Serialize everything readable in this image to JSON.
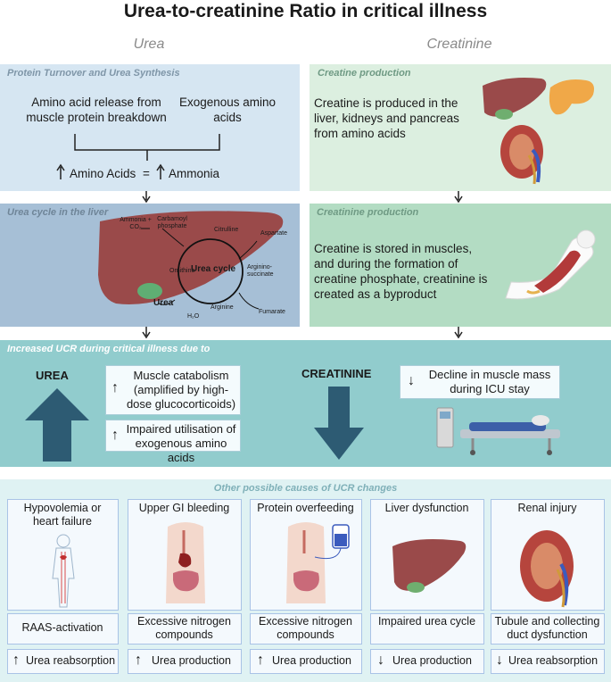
{
  "title": "Urea-to-creatinine Ratio in critical illness",
  "columns": {
    "left": "Urea",
    "right": "Creatinine"
  },
  "protein_panel": {
    "header": "Protein Turnover and Urea Synthesis",
    "source_left": "Amino acid release from muscle protein breakdown",
    "source_right": "Exogenous amino acids",
    "eq_left": "Amino Acids",
    "eq_sign": "=",
    "eq_right": "Ammonia"
  },
  "creatine_panel": {
    "header": "Creatine production",
    "text": "Creatine is produced in the liver, kidneys and pancreas from amino acids"
  },
  "urea_cycle_panel": {
    "header": "Urea cycle in the liver",
    "cycle_label": "Urea cycle",
    "ammonia": "Ammonia + CO₂",
    "carbamoyl": "Carbamoyl phosphate",
    "citrulline": "Citrulline",
    "aspartate": "Aspartate",
    "argininosuccinate": "Arginino-succinate",
    "fumarate": "Fumarate",
    "arginine": "Arginine",
    "ornithine": "Ornithine",
    "h2o": "H₂O",
    "urea": "Urea"
  },
  "creatinine_panel": {
    "header": "Creatinine production",
    "text": "Creatine is stored in muscles, and during the formation of creatine phosphate, creatinine is created as a byproduct"
  },
  "ucr_panel": {
    "header": "Increased UCR during critical illness due to",
    "urea_label": "UREA",
    "creatinine_label": "CREATININE",
    "box1": "Muscle catabolism (amplified by high-dose glucocorticoids)",
    "box2": "Impaired utilisation of exogenous amino acids",
    "box3": "Decline in muscle mass during ICU stay"
  },
  "causes_panel": {
    "header": "Other possible causes of UCR changes",
    "causes": [
      {
        "title": "Hypovolemia or heart failure",
        "mechanism": "RAAS-activation",
        "effect": "Urea reabsorption",
        "direction": "up"
      },
      {
        "title": "Upper GI bleeding",
        "mechanism": "Excessive nitrogen compounds",
        "effect": "Urea production",
        "direction": "up"
      },
      {
        "title": "Protein overfeeding",
        "mechanism": "Excessive nitrogen compounds",
        "effect": "Urea production",
        "direction": "up"
      },
      {
        "title": "Liver dysfunction",
        "mechanism": "Impaired urea cycle",
        "effect": "Urea production",
        "direction": "down"
      },
      {
        "title": "Renal injury",
        "mechanism": "Tubule and collecting duct dysfunction",
        "effect": "Urea reabsorption",
        "direction": "down"
      }
    ]
  },
  "colors": {
    "blue_panel": "#d6e6f2",
    "green_panel": "#dcefe0",
    "steel_panel": "#a6bfd6",
    "greenmid_panel": "#b3dcc3",
    "teal_panel": "#91cccd",
    "causes_panel": "#dff2f3",
    "big_arrow": "#2d5b73",
    "liver": "#9a4a4a"
  }
}
